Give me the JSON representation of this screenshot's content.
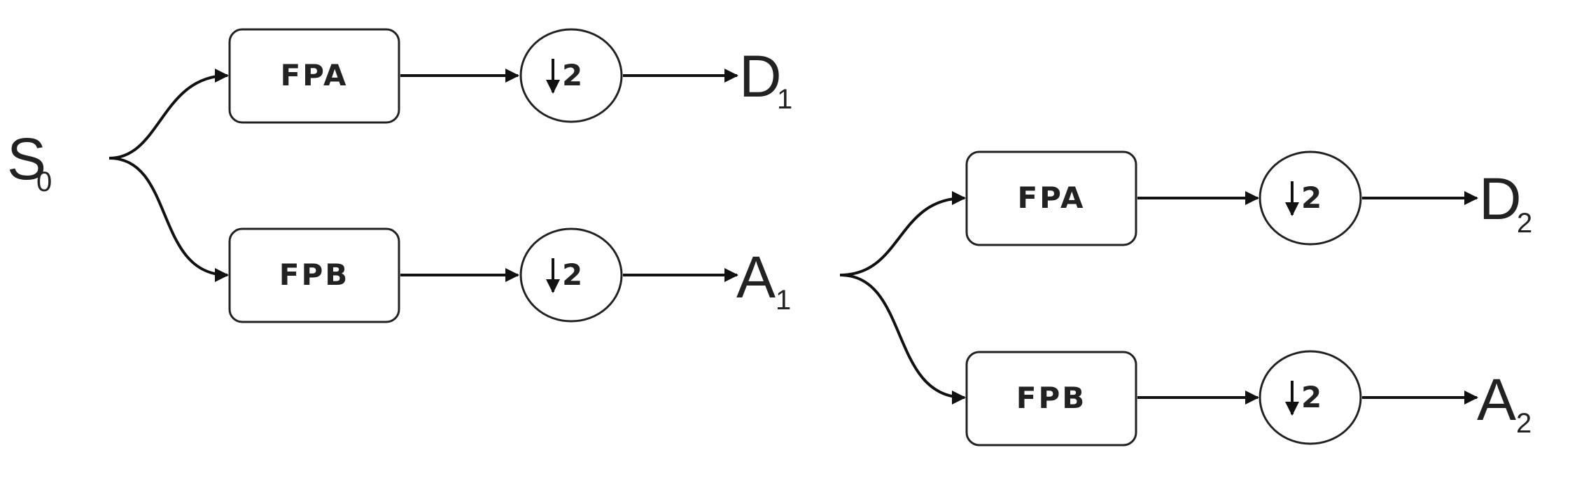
{
  "diagram": {
    "input": {
      "main": "S",
      "sub": "0"
    },
    "stage1": {
      "top_filter": "FPA",
      "bottom_filter": "FPB",
      "top_downsample": "2",
      "bottom_downsample": "2",
      "top_output": {
        "main": "D",
        "sub": "1"
      },
      "bottom_output": {
        "main": "A",
        "sub": "1"
      }
    },
    "stage2": {
      "top_filter": "FPA",
      "bottom_filter": "FPB",
      "top_downsample": "2",
      "bottom_downsample": "2",
      "top_output": {
        "main": "D",
        "sub": "2"
      },
      "bottom_output": {
        "main": "A",
        "sub": "2"
      }
    },
    "colors": {
      "stroke": "#222222",
      "arrow": "#111111",
      "background": "#ffffff"
    }
  }
}
